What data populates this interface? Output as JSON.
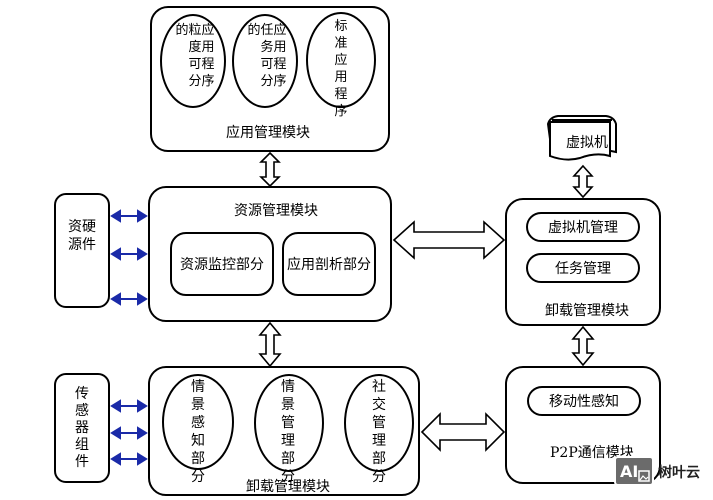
{
  "app_mgmt": {
    "title": "应用管理模块",
    "ellipse_1": "应用程序粒度可分的",
    "ellipse_2": "应用程序任务可分的",
    "ellipse_3": "标准应用程序"
  },
  "virtual_machine": {
    "label": "虚拟机"
  },
  "hardware": {
    "label": "硬件资源"
  },
  "resource_mgmt": {
    "title": "资源管理模块",
    "monitor": "资源监控部分",
    "analysis": "应用剖析部分"
  },
  "offload_right": {
    "vm_mgmt": "虚拟机管理",
    "task_mgmt": "任务管理",
    "title": "卸载管理模块"
  },
  "sensor": {
    "label": "传感器组件"
  },
  "offload_bottom": {
    "title": "卸载管理模块",
    "ellipse_1": "情景感知部分",
    "ellipse_2": "情景管理部分",
    "ellipse_3": "社交管理部分"
  },
  "p2p": {
    "mobility": "移动性感知",
    "title": "P2P通信模块"
  },
  "watermark": {
    "text": "树叶云",
    "badge": "AI"
  },
  "colors": {
    "arrow_blue": "#1a2aa8",
    "line": "#000000"
  }
}
